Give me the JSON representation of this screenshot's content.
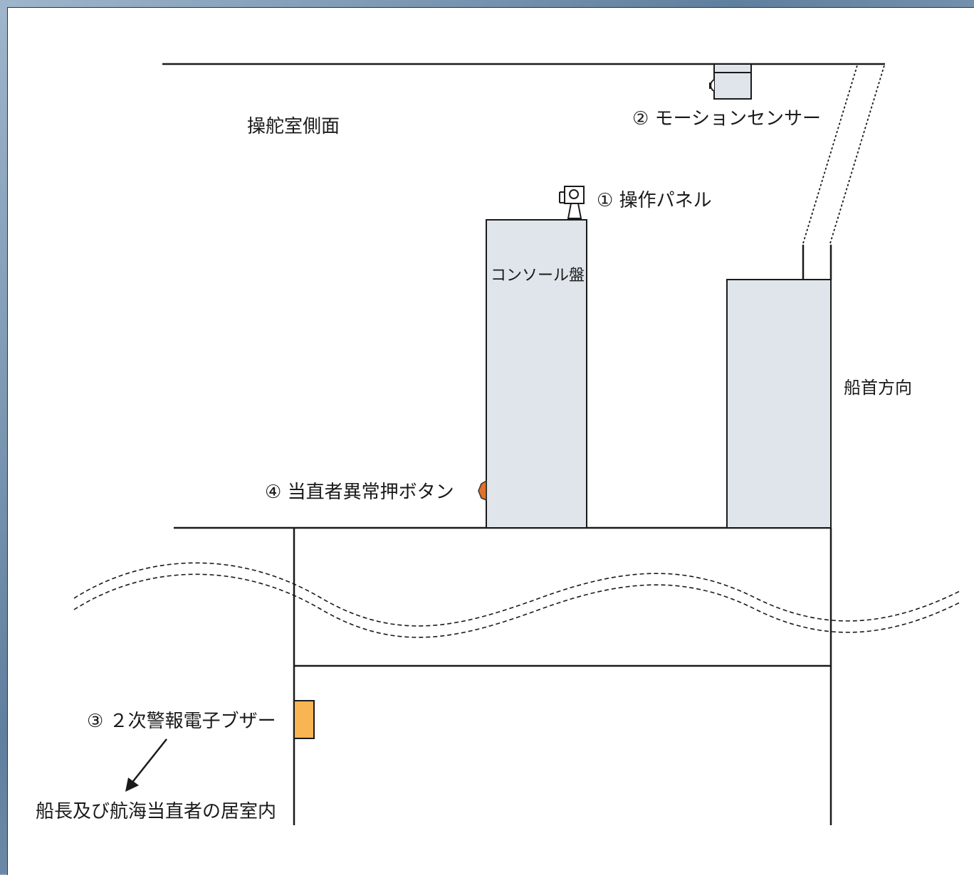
{
  "diagram": {
    "title": "操舵室側面",
    "bow_direction": "船首方向",
    "console_label": "コンソール盤",
    "items": {
      "operation_panel": "① 操作パネル",
      "motion_sensor": "② モーションセンサー",
      "buzzer": "③ ２次警報電子ブザー",
      "button": "④ 当直者異常押ボタン"
    },
    "cabin_label": "船長及び航海当直者の居室内",
    "colors": {
      "console_fill": "#dfe5ea",
      "buzzer_fill": "#f9b454",
      "button_fill": "#e0732a",
      "line": "#1a1a1a"
    }
  }
}
